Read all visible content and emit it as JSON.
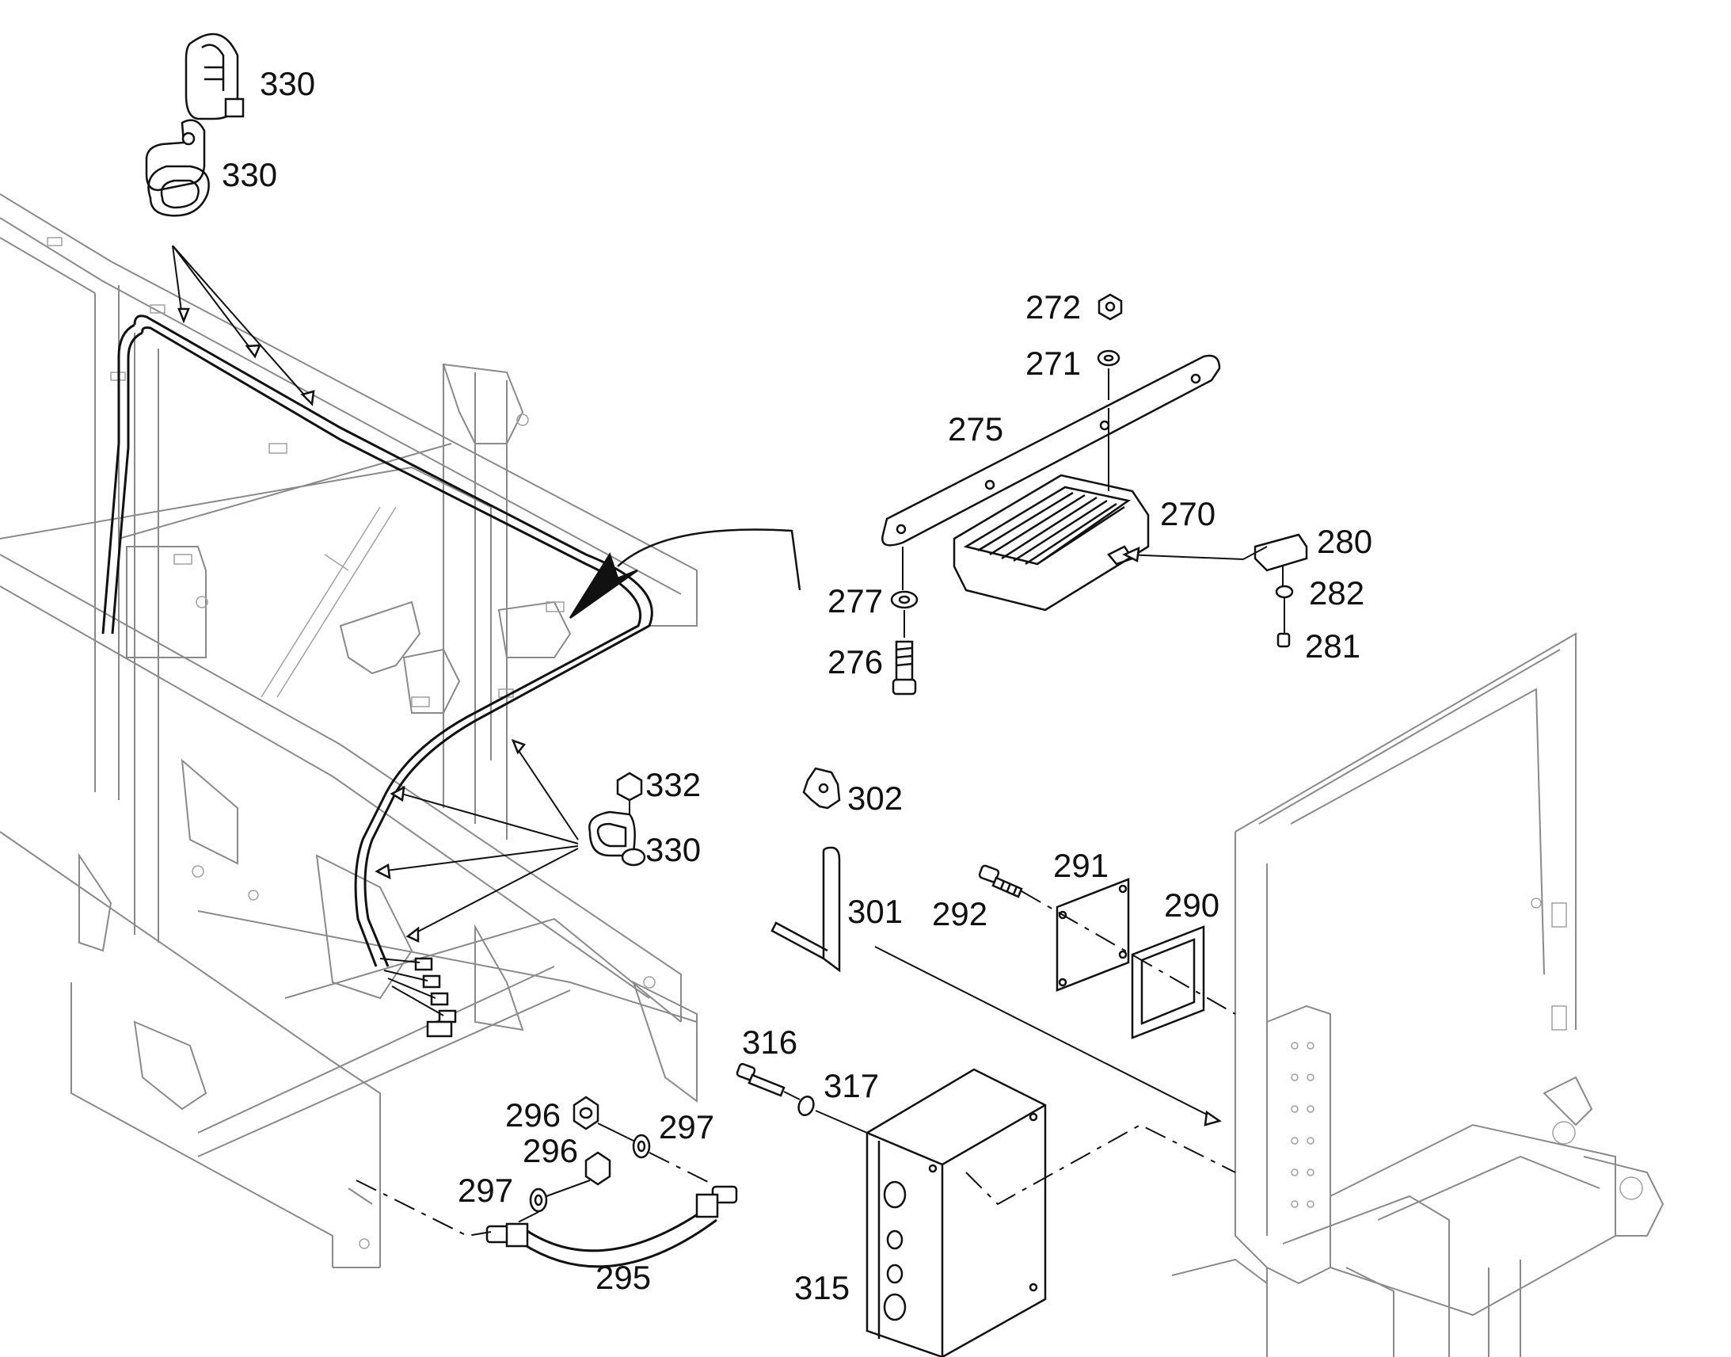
{
  "diagram": {
    "type": "exploded-parts-view",
    "callouts": [
      {
        "id": "c330a",
        "text": "330"
      },
      {
        "id": "c330b",
        "text": "330"
      },
      {
        "id": "c272",
        "text": "272"
      },
      {
        "id": "c271",
        "text": "271"
      },
      {
        "id": "c275",
        "text": "275"
      },
      {
        "id": "c270",
        "text": "270"
      },
      {
        "id": "c280",
        "text": "280"
      },
      {
        "id": "c282",
        "text": "282"
      },
      {
        "id": "c281",
        "text": "281"
      },
      {
        "id": "c277",
        "text": "277"
      },
      {
        "id": "c276",
        "text": "276"
      },
      {
        "id": "c332",
        "text": "332"
      },
      {
        "id": "c330c",
        "text": "330"
      },
      {
        "id": "c302",
        "text": "302"
      },
      {
        "id": "c301",
        "text": "301"
      },
      {
        "id": "c291",
        "text": "291"
      },
      {
        "id": "c290",
        "text": "290"
      },
      {
        "id": "c292",
        "text": "292"
      },
      {
        "id": "c316",
        "text": "316"
      },
      {
        "id": "c317",
        "text": "317"
      },
      {
        "id": "c296a",
        "text": "296"
      },
      {
        "id": "c297a",
        "text": "297"
      },
      {
        "id": "c296b",
        "text": "296"
      },
      {
        "id": "c297b",
        "text": "297"
      },
      {
        "id": "c295",
        "text": "295"
      },
      {
        "id": "c315",
        "text": "315"
      }
    ]
  }
}
